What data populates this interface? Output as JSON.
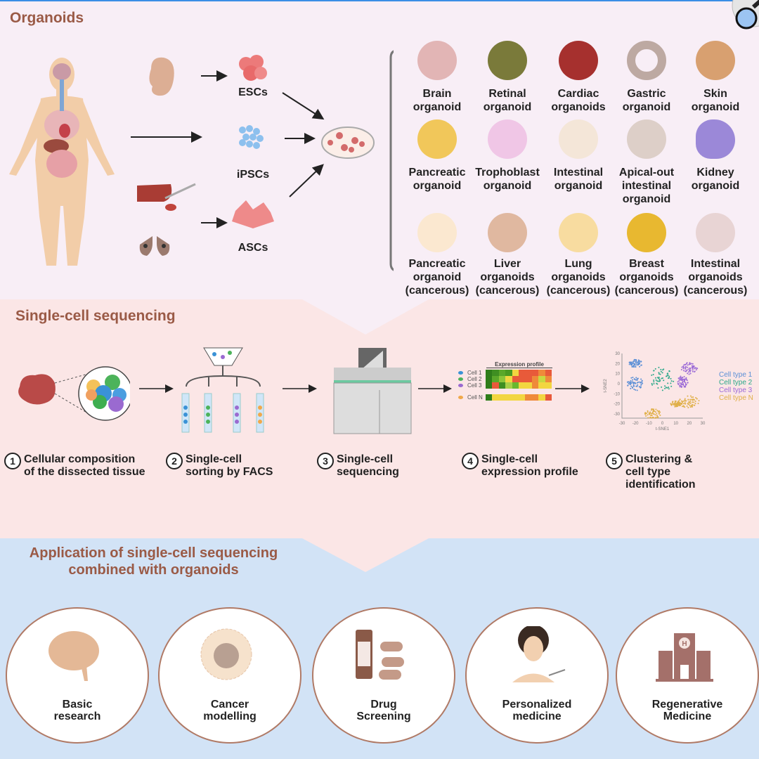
{
  "sections": {
    "organoids": {
      "title": "Organoids",
      "sources": [
        "ESCs",
        "iPSCs",
        "ASCs"
      ],
      "organoid_types": [
        {
          "line1": "Brain",
          "line2": "organoid",
          "line3": ""
        },
        {
          "line1": "Retinal",
          "line2": "organoid",
          "line3": ""
        },
        {
          "line1": "Cardiac",
          "line2": "organoids",
          "line3": ""
        },
        {
          "line1": "Gastric",
          "line2": "organoid",
          "line3": ""
        },
        {
          "line1": "Skin",
          "line2": "organoid",
          "line3": ""
        },
        {
          "line1": "Pancreatic",
          "line2": "organoid",
          "line3": ""
        },
        {
          "line1": "Trophoblast",
          "line2": "organoid",
          "line3": ""
        },
        {
          "line1": "Intestinal",
          "line2": "organoid",
          "line3": ""
        },
        {
          "line1": "Apical-out",
          "line2": "intestinal",
          "line3": "organoid"
        },
        {
          "line1": "Kidney",
          "line2": "organoid",
          "line3": ""
        },
        {
          "line1": "Pancreatic",
          "line2": "organoid",
          "line3": "(cancerous)"
        },
        {
          "line1": "Liver",
          "line2": "organoids",
          "line3": "(cancerous)"
        },
        {
          "line1": "Lung",
          "line2": "organoids",
          "line3": "(cancerous)"
        },
        {
          "line1": "Breast",
          "line2": "organoids",
          "line3": "(cancerous)"
        },
        {
          "line1": "Intestinal",
          "line2": "organoids",
          "line3": "(cancerous)"
        }
      ]
    },
    "sequencing": {
      "title": "Single-cell sequencing",
      "steps": [
        {
          "num": "1",
          "line1": "Cellular composition",
          "line2": "of the dissected tissue",
          "line3": ""
        },
        {
          "num": "2",
          "line1": "Single-cell",
          "line2": "sorting by FACS",
          "line3": ""
        },
        {
          "num": "3",
          "line1": "Single-cell",
          "line2": "sequencing",
          "line3": ""
        },
        {
          "num": "4",
          "line1": "Single-cell",
          "line2": "expression profile",
          "line3": ""
        },
        {
          "num": "5",
          "line1": "Clustering &",
          "line2": "cell type",
          "line3": "identification"
        }
      ],
      "expression_profile": {
        "title": "Expression profile",
        "rows": [
          "Cell 1",
          "Cell 2",
          "Cell 3",
          "Cell N"
        ],
        "ellipsis": "..."
      },
      "tsne": {
        "xlabel": "t-SNE1",
        "ylabel": "t-SNE2",
        "xticks": [
          "-30",
          "-20",
          "-10",
          "0",
          "10",
          "20",
          "30"
        ],
        "yticks": [
          "30",
          "20",
          "10",
          "0",
          "-10",
          "-20",
          "-30"
        ],
        "legend": [
          {
            "label": "Cell type 1",
            "color": "#5b8fd6"
          },
          {
            "label": "Cell type 2",
            "color": "#2aa889"
          },
          {
            "label": "Cell type 3",
            "color": "#9b6ad6"
          },
          {
            "label": "Cell type N",
            "color": "#e0b04a"
          }
        ]
      }
    },
    "applications": {
      "title_line1": "Application of single-cell sequencing",
      "title_line2": "combined with organoids",
      "items": [
        {
          "line1": "Basic",
          "line2": "research",
          "icon": "brain-icon"
        },
        {
          "line1": "Cancer",
          "line2": "modelling",
          "icon": "cancer-cell-icon"
        },
        {
          "line1": "Drug",
          "line2": "Screening",
          "icon": "pill-bottle-icon"
        },
        {
          "line1": "Personalized",
          "line2": "medicine",
          "icon": "patient-icon"
        },
        {
          "line1": "Regenerative",
          "line2": "Medicine",
          "icon": "hospital-icon"
        }
      ]
    }
  },
  "colors": {
    "title": "#9a5a46",
    "organoid_bg": "#f8eef6",
    "sequencing_bg": "#fbe6e6",
    "application_bg": "#d2e3f6",
    "circle_border": "#b07a66"
  }
}
